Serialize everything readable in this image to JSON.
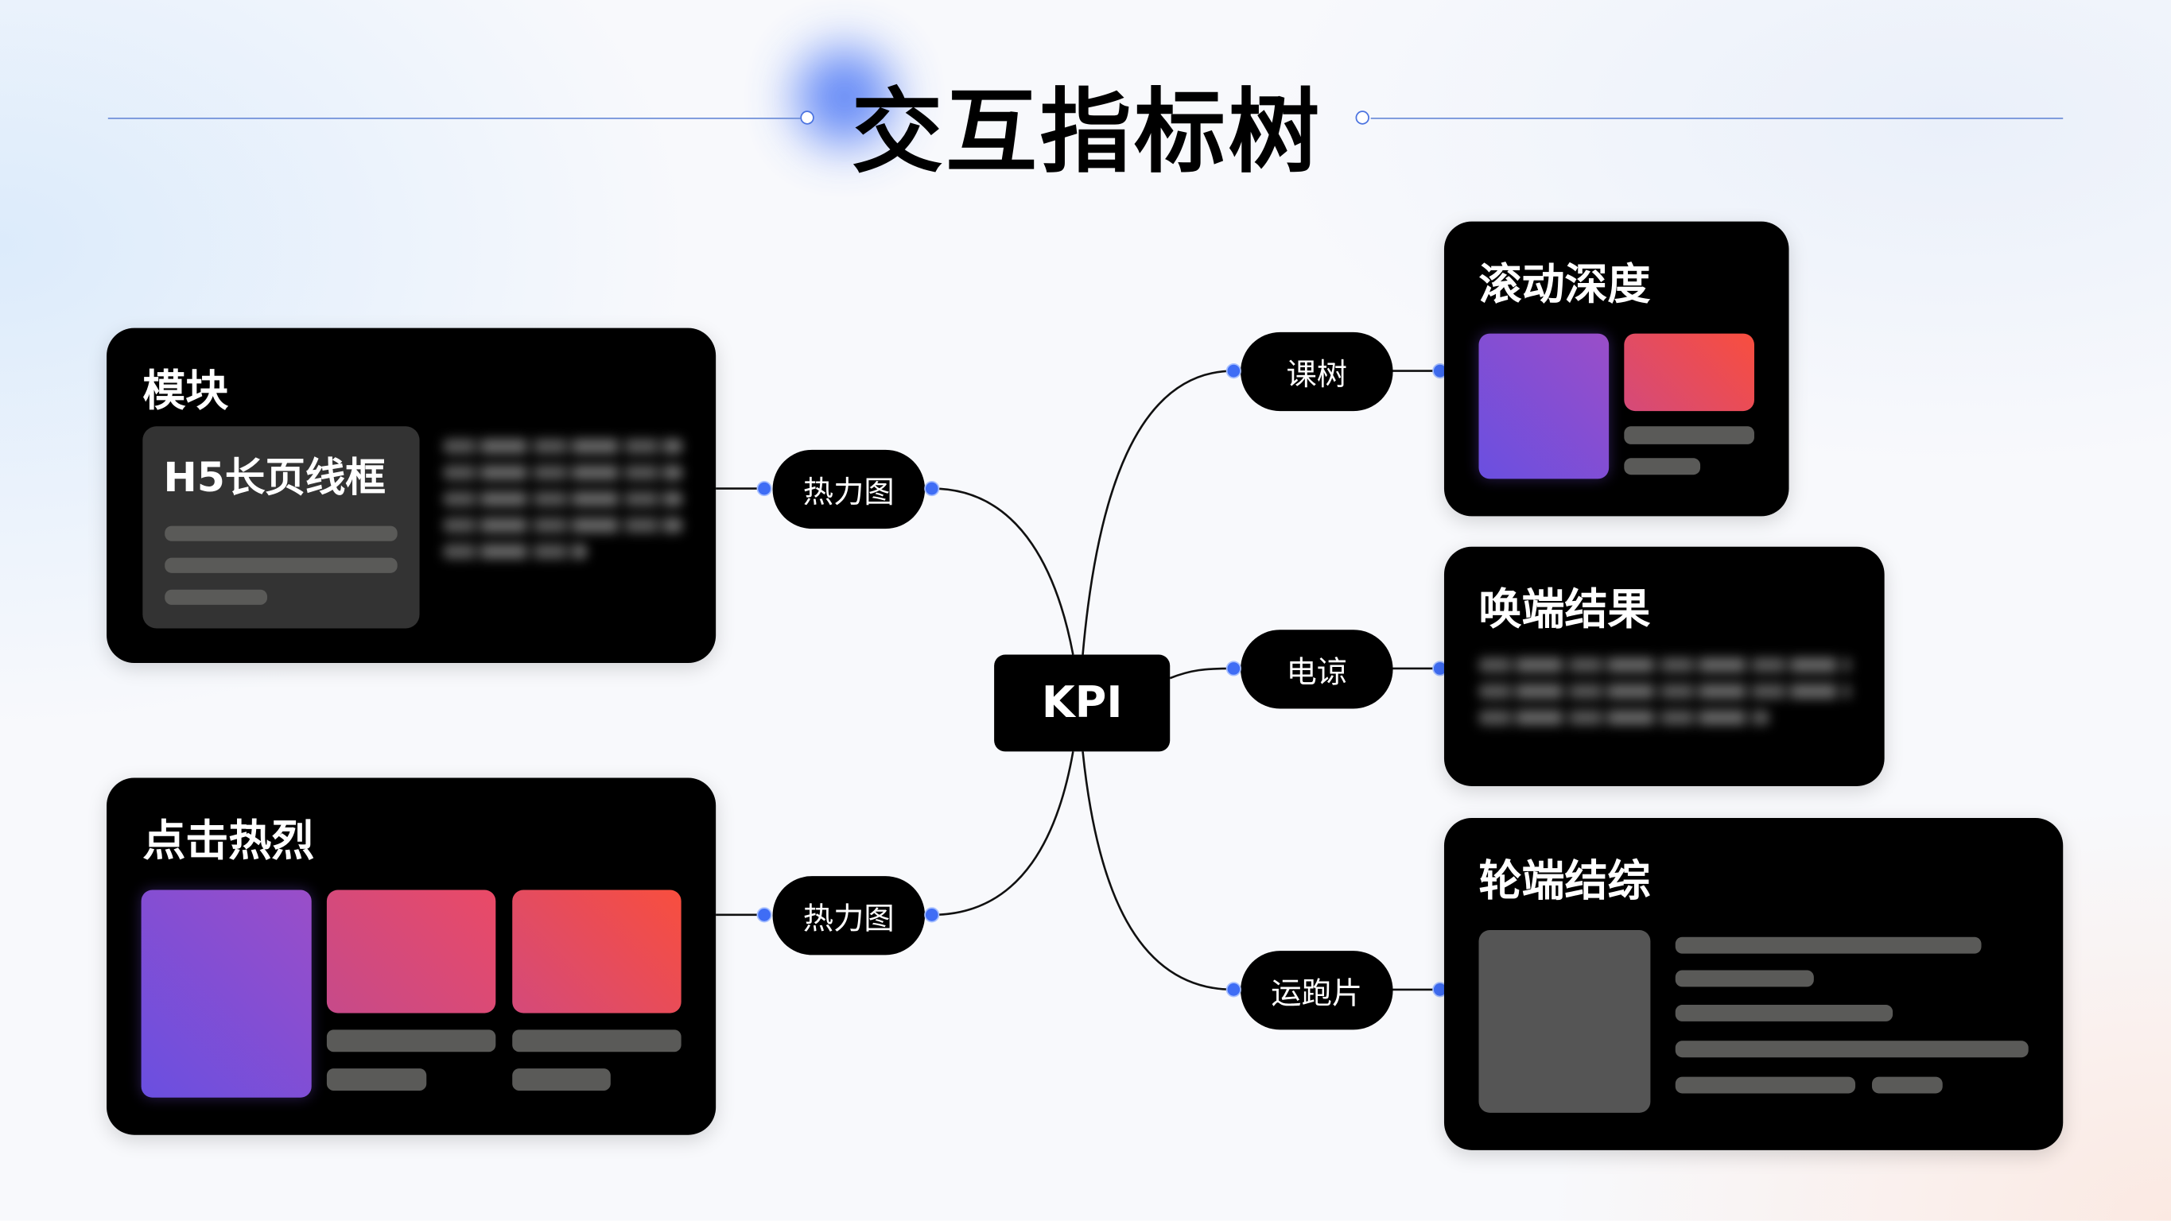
{
  "title": "交互指标树",
  "center": {
    "label": "KPI"
  },
  "left": [
    {
      "title": "模块",
      "inner_title": "H5长页线框",
      "connector": "热力图"
    },
    {
      "title": "点击热烈",
      "connector": "热力图"
    }
  ],
  "right": [
    {
      "title": "滚动深度",
      "connector": "课树"
    },
    {
      "title": "唤端结果",
      "connector": "电谅"
    },
    {
      "title": "轮端结综",
      "connector": "运跑片"
    }
  ],
  "colors": {
    "accent": "#3f6df5",
    "card": "#000000",
    "placeholder": "#5a5a58"
  }
}
